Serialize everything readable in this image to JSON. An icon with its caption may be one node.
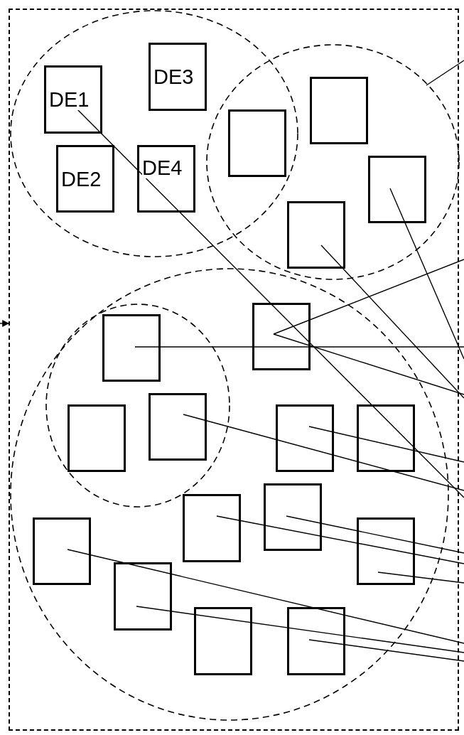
{
  "diagram": {
    "nodes": [
      {
        "text": [],
        "shape": "box"
      },
      {
        "text": [],
        "shape": "circle",
        "in": 0
      },
      {
        "text": [
          "DE1"
        ],
        "in": 1
      },
      {
        "text": [
          "DE3"
        ],
        "in": 1
      },
      {
        "text": [
          "DE2"
        ],
        "in": 1
      },
      {
        "text": [
          "DE4"
        ],
        "in": 1
      },
      {
        "text": [],
        "shape": "circle",
        "in": 0
      },
      {
        "text": [],
        "shape": "box",
        "in": 6
      },
      {
        "text": [],
        "shape": "box"
      },
      {
        "text": [],
        "shape": "box",
        "in": 6
      },
      {
        "text": [],
        "shape": "box",
        "in": 6
      },
      {
        "text": [],
        "shape": "circle",
        "in": 0
      },
      {
        "text": [],
        "shape": "circle",
        "in": 11
      },
      {
        "text": [],
        "shape": "box",
        "in": 12
      },
      {
        "text": [],
        "shape": "box",
        "in": 11
      },
      {
        "text": [],
        "shape": "box",
        "in": 12
      },
      {
        "text": [],
        "shape": "box",
        "in": 12
      },
      {
        "text": [],
        "shape": "box",
        "in": 11
      },
      {
        "text": [],
        "shape": "box",
        "in": 11
      },
      {
        "text": [],
        "shape": "box",
        "in": 11
      },
      {
        "text": [],
        "shape": "box",
        "in": 11
      },
      {
        "text": [],
        "shape": "box",
        "in": 11
      },
      {
        "text": [],
        "shape": "box",
        "in": 11
      },
      {
        "text": [],
        "shape": "box",
        "in": 11
      },
      {
        "text": [],
        "shape": "box",
        "in": 11
      },
      {
        "text": [],
        "shape": "box",
        "in": 11
      }
    ],
    "edges": [
      {
        "from": null,
        "to": 0,
        "arrow": "to"
      },
      {
        "from": 6,
        "to": null,
        "arrow": "none"
      },
      {
        "from": 2,
        "to": null,
        "arrow": "none"
      },
      {
        "from": 9,
        "to": null,
        "arrow": "none"
      },
      {
        "from": 10,
        "to": null,
        "arrow": "none"
      },
      {
        "from": 14,
        "to": null,
        "arrow": "none"
      },
      {
        "from": 14,
        "to": null,
        "arrow": "none"
      },
      {
        "from": 13,
        "to": null,
        "arrow": "none"
      },
      {
        "from": 16,
        "to": null,
        "arrow": "none"
      },
      {
        "from": 17,
        "to": null,
        "arrow": "none"
      },
      {
        "from": 20,
        "to": null,
        "arrow": "none"
      },
      {
        "from": 19,
        "to": null,
        "arrow": "none"
      },
      {
        "from": 22,
        "to": null,
        "arrow": "none"
      },
      {
        "from": 21,
        "to": null,
        "arrow": "none"
      },
      {
        "from": 23,
        "to": null,
        "arrow": "none"
      },
      {
        "from": 25,
        "to": null,
        "arrow": "none"
      }
    ]
  }
}
